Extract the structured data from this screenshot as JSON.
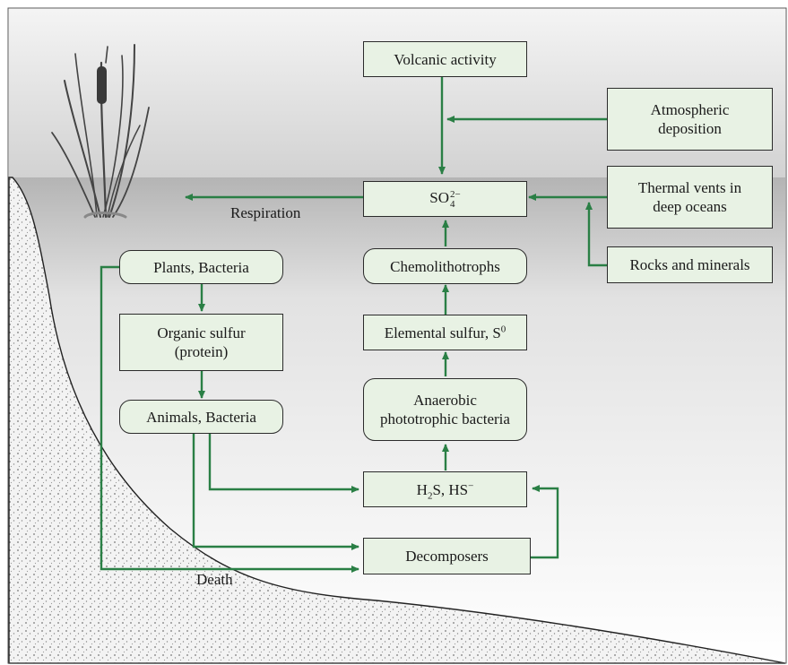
{
  "nodes": {
    "volcanic": "Volcanic activity",
    "atmospheric": "Atmospheric\ndeposition",
    "thermal": "Thermal vents in\ndeep oceans",
    "rocks": "Rocks and minerals",
    "plants": "Plants, Bacteria",
    "organic": "Organic sulfur\n(protein)",
    "animals": "Animals, Bacteria",
    "chemolitho": "Chemolithotrophs",
    "elemental_base": "Elemental sulfur, S",
    "elemental_sup": "0",
    "anaerobic": "Anaerobic\nphototrophic bacteria",
    "decomposers": "Decomposers",
    "sulfate_base": "SO",
    "sulfate_sup": "2−",
    "sulfate_sub": "4",
    "h2s_a": "H",
    "h2s_sub": "2",
    "h2s_b": "S, HS",
    "h2s_sup": "−"
  },
  "labels": {
    "respiration": "Respiration",
    "death": "Death"
  },
  "colors": {
    "arrow": "#2a7f45",
    "box_fill": "#e8f2e4",
    "sky": "#dcdcdc",
    "water": "#b9b9b9",
    "sediment": "#ececec"
  }
}
